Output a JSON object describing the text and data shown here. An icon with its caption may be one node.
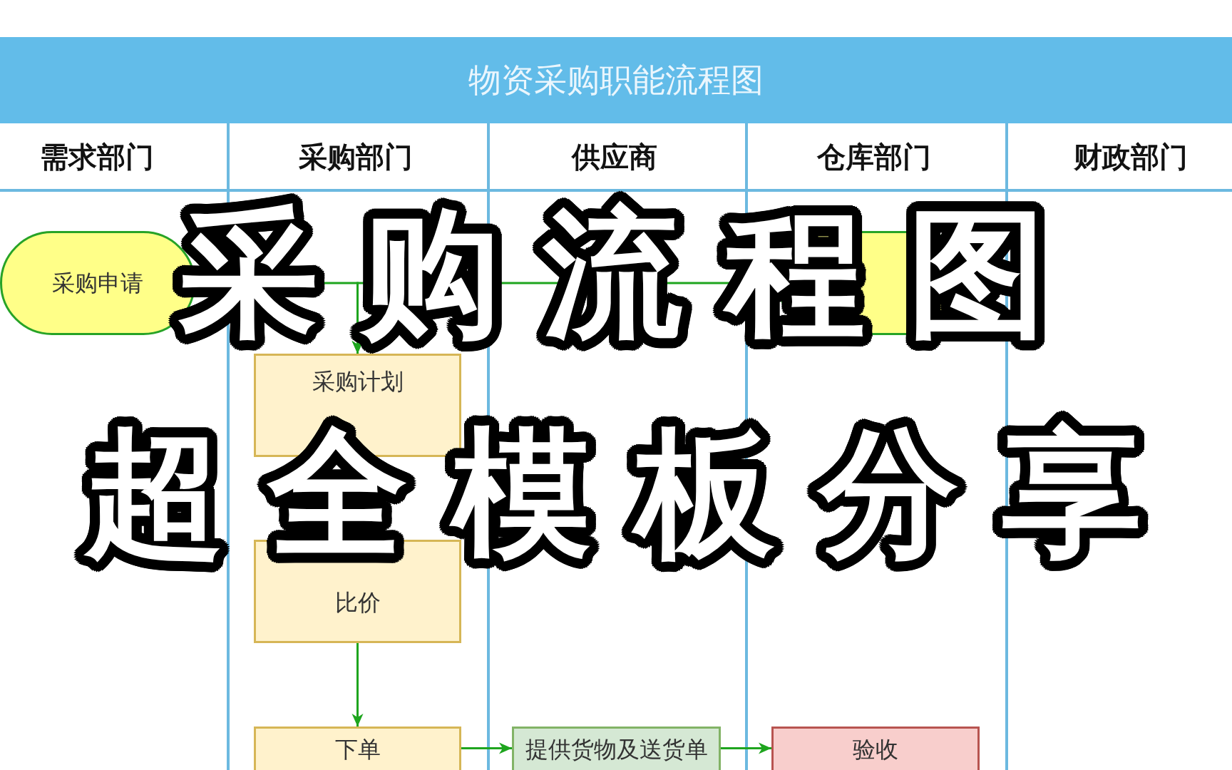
{
  "diagram": {
    "title": "物资采购职能流程图",
    "nodes": [
      {
        "text": [
          "需求部门"
        ]
      },
      {
        "text": [
          "采购部门"
        ]
      },
      {
        "text": [
          "供应商"
        ]
      },
      {
        "text": [
          "仓库部门"
        ]
      },
      {
        "text": [
          "财政部门"
        ]
      },
      {
        "text": [
          "采购申请"
        ],
        "in": 0
      },
      {
        "text": [],
        "shape": "box",
        "in": 3
      },
      {
        "text": [
          "采购计划"
        ],
        "in": 1
      },
      {
        "text": [
          "比价"
        ],
        "in": 1
      },
      {
        "text": [
          "下单"
        ],
        "in": 1
      },
      {
        "text": [
          "提供货物及送货单"
        ],
        "in": 2
      },
      {
        "text": [
          "验收"
        ],
        "in": 3
      }
    ],
    "edges": [
      {
        "from": 5,
        "to": 7,
        "arrow": "to"
      },
      {
        "from": 6,
        "to": 7,
        "arrow": "to"
      },
      {
        "from": 8,
        "to": 9,
        "arrow": "to"
      },
      {
        "from": 9,
        "to": 10,
        "arrow": "to"
      },
      {
        "from": 10,
        "to": 11,
        "arrow": "to"
      }
    ],
    "labels": [
      "采购流程图",
      "超全模板分享"
    ]
  }
}
